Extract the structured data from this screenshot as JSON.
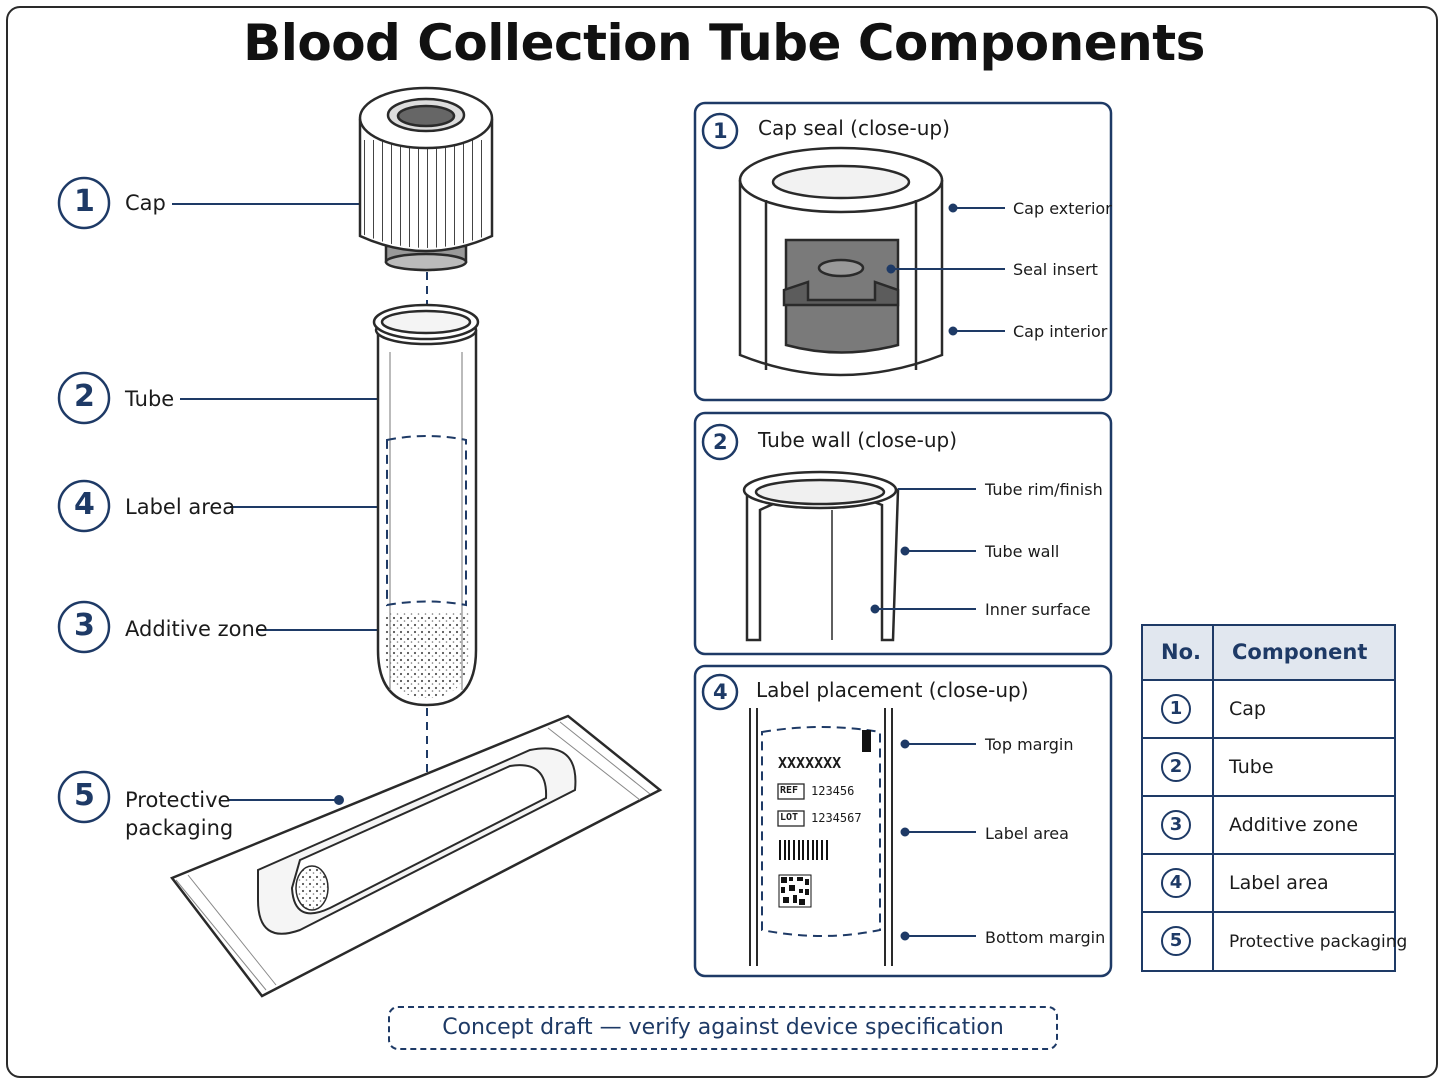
{
  "title": "Blood Collection Tube Components",
  "colors": {
    "accent": "#1e3a66",
    "line": "#2a2a2a",
    "header_fill": "#e1e7ef"
  },
  "callouts": [
    {
      "num": "1",
      "label": "Cap"
    },
    {
      "num": "2",
      "label": "Tube"
    },
    {
      "num": "4",
      "label": "Label area"
    },
    {
      "num": "3",
      "label": "Additive zone"
    },
    {
      "num": "5",
      "label_line1": "Protective",
      "label_line2": "packaging"
    }
  ],
  "panels": {
    "cap": {
      "num": "1",
      "title": "Cap seal (close-up)",
      "labels": [
        "Cap exterior",
        "Seal insert",
        "Cap interior"
      ]
    },
    "tube": {
      "num": "2",
      "title": "Tube wall (close-up)",
      "labels": [
        "Tube rim/finish",
        "Tube wall",
        "Inner surface"
      ]
    },
    "label": {
      "num": "4",
      "title": "Label placement (close-up)",
      "labels": [
        "Top margin",
        "Label area",
        "Bottom margin"
      ],
      "sample": {
        "code": "XXXXXXX",
        "ref_tag": "REF",
        "ref": "123456",
        "lot_tag": "LOT",
        "lot": "1234567"
      }
    }
  },
  "table": {
    "headers": [
      "No.",
      "Component"
    ],
    "rows": [
      {
        "num": "1",
        "component": "Cap"
      },
      {
        "num": "2",
        "component": "Tube"
      },
      {
        "num": "3",
        "component": "Additive zone"
      },
      {
        "num": "4",
        "component": "Label area"
      },
      {
        "num": "5",
        "component": "Protective packaging"
      }
    ]
  },
  "footer_note": "Concept draft — verify against device specification"
}
